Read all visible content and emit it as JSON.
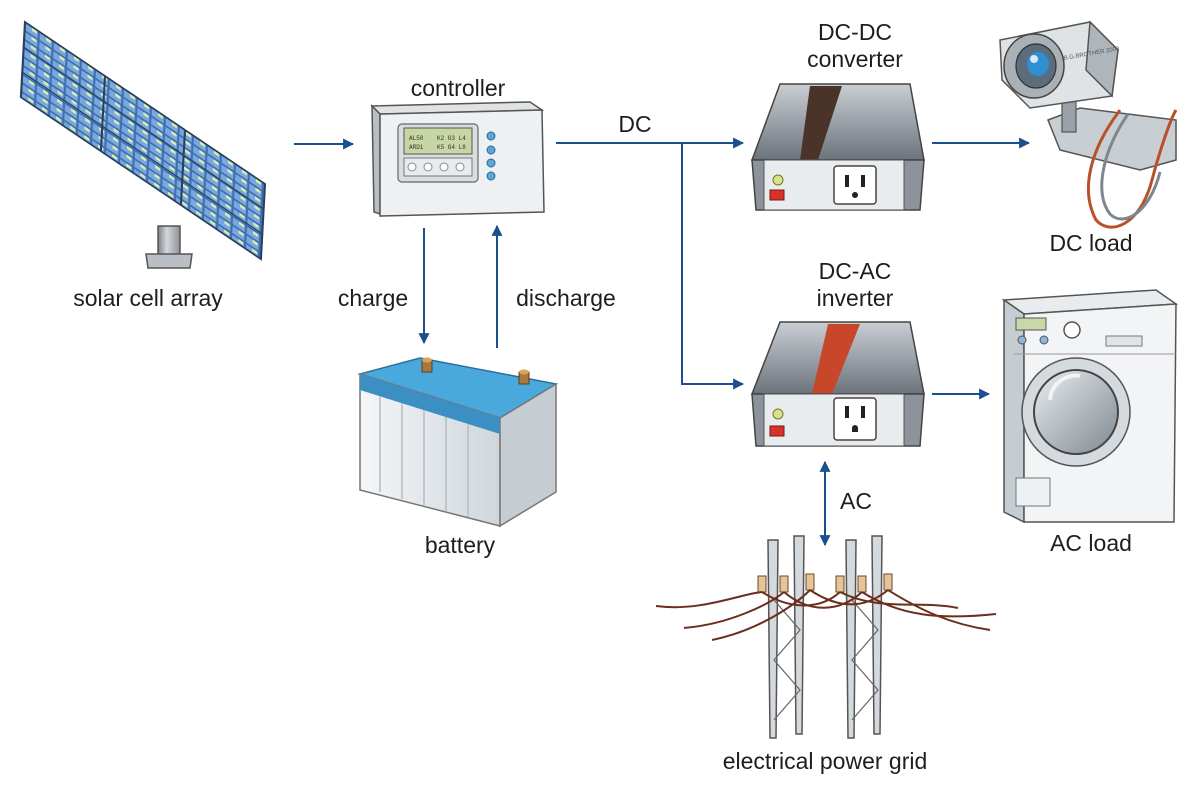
{
  "labels": {
    "solar_array": "solar cell array",
    "controller": "controller",
    "dc": "DC",
    "charge": "charge",
    "discharge": "discharge",
    "battery": "battery",
    "dcdc_line1": "DC-DC",
    "dcdc_line2": "converter",
    "dcac_line1": "DC-AC",
    "dcac_line2": "inverter",
    "dc_load": "DC load",
    "ac_load": "AC load",
    "ac": "AC",
    "power_grid": "electrical power grid"
  },
  "screen": {
    "row1_left": "AL50",
    "row1_right": "K2 G3 L4",
    "row2_left": "ARD1",
    "row2_right": "K5 G4 L8"
  },
  "camera_brand": "B.G.BROTHER 2000",
  "colors": {
    "arrow": "#1d4f8f",
    "solar_cell": "#6f9ed9",
    "inverter_body": "#8c939a",
    "converter_stripe": "#4a3328",
    "inverter_stripe": "#c8472a",
    "battery_top": "#49a9dd",
    "wire": "#6b2e1c"
  }
}
